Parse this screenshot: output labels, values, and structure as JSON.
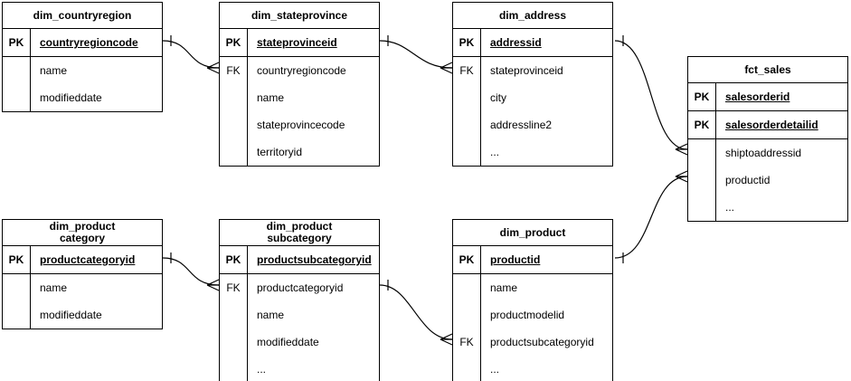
{
  "diagram": {
    "kind": "entity-relationship-diagram",
    "notation": "crow-foot",
    "background_color": "#ffffff",
    "line_color": "#000000",
    "text_color": "#000000",
    "tables": [
      {
        "name": "dim_countryregion",
        "title": "dim_countryregion",
        "rows": [
          {
            "key": "PK",
            "field": "countryregioncode"
          },
          {
            "key": "",
            "field": "name"
          },
          {
            "key": "",
            "field": "modifieddate"
          }
        ]
      },
      {
        "name": "dim_stateprovince",
        "title": "dim_stateprovince",
        "rows": [
          {
            "key": "PK",
            "field": "stateprovinceid"
          },
          {
            "key": "FK",
            "field": "countryregioncode"
          },
          {
            "key": "",
            "field": "name"
          },
          {
            "key": "",
            "field": "stateprovincecode"
          },
          {
            "key": "",
            "field": "territoryid"
          }
        ]
      },
      {
        "name": "dim_address",
        "title": "dim_address",
        "rows": [
          {
            "key": "PK",
            "field": "addressid"
          },
          {
            "key": "FK",
            "field": "stateprovinceid"
          },
          {
            "key": "",
            "field": "city"
          },
          {
            "key": "",
            "field": "addressline2"
          },
          {
            "key": "",
            "field": "..."
          }
        ]
      },
      {
        "name": "fct_sales",
        "title": "fct_sales",
        "rows": [
          {
            "key": "PK",
            "field": "salesorderid"
          },
          {
            "key": "PK",
            "field": "salesorderdetailid"
          },
          {
            "key": "",
            "field": "shiptoaddressid"
          },
          {
            "key": "",
            "field": "productid"
          },
          {
            "key": "",
            "field": "..."
          }
        ]
      },
      {
        "name": "dim_productcategory",
        "title": "dim_product\ncategory",
        "rows": [
          {
            "key": "PK",
            "field": "productcategoryid"
          },
          {
            "key": "",
            "field": "name"
          },
          {
            "key": "",
            "field": "modifieddate"
          }
        ]
      },
      {
        "name": "dim_productsubcategory",
        "title": "dim_product\nsubcategory",
        "rows": [
          {
            "key": "PK",
            "field": "productsubcategoryid"
          },
          {
            "key": "FK",
            "field": "productcategoryid"
          },
          {
            "key": "",
            "field": "name"
          },
          {
            "key": "",
            "field": "modifieddate"
          },
          {
            "key": "",
            "field": "..."
          }
        ]
      },
      {
        "name": "dim_product",
        "title": "dim_product",
        "rows": [
          {
            "key": "PK",
            "field": "productid"
          },
          {
            "key": "",
            "field": "name"
          },
          {
            "key": "",
            "field": "productmodelid"
          },
          {
            "key": "FK",
            "field": "productsubcategoryid"
          },
          {
            "key": "",
            "field": "..."
          }
        ]
      }
    ],
    "relationships": [
      {
        "from_table": "dim_countryregion",
        "from_field": "countryregioncode",
        "to_table": "dim_stateprovince",
        "to_field": "countryregioncode",
        "cardinality": "one-to-many"
      },
      {
        "from_table": "dim_stateprovince",
        "from_field": "stateprovinceid",
        "to_table": "dim_address",
        "to_field": "stateprovinceid",
        "cardinality": "one-to-many"
      },
      {
        "from_table": "dim_address",
        "from_field": "addressid",
        "to_table": "fct_sales",
        "to_field": "shiptoaddressid",
        "cardinality": "one-to-many"
      },
      {
        "from_table": "dim_product",
        "from_field": "productid",
        "to_table": "fct_sales",
        "to_field": "productid",
        "cardinality": "one-to-many"
      },
      {
        "from_table": "dim_productcategory",
        "from_field": "productcategoryid",
        "to_table": "dim_productsubcategory",
        "to_field": "productcategoryid",
        "cardinality": "one-to-many"
      },
      {
        "from_table": "dim_productsubcategory",
        "from_field": "productsubcategoryid",
        "to_table": "dim_product",
        "to_field": "productsubcategoryid",
        "cardinality": "one-to-many"
      }
    ]
  }
}
